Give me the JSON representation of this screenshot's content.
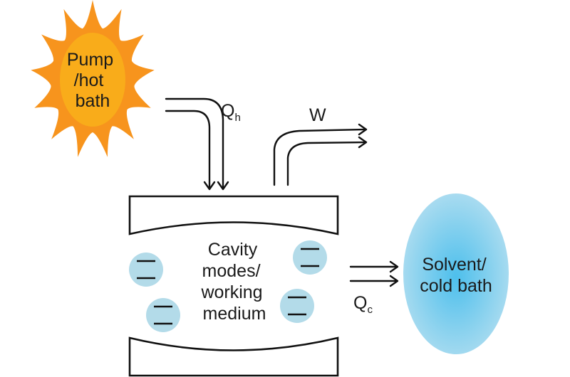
{
  "diagram": {
    "type": "quantum heat engine schematic",
    "hot_bath": {
      "label_lines": [
        "Pump",
        "/hot",
        "bath"
      ],
      "outer_color": "#F7941D",
      "inner_color": "#F9AC1A",
      "shape": "sun"
    },
    "cold_bath": {
      "label_lines": [
        "Solvent/",
        "cold bath"
      ],
      "center_color": "#4DBFEC",
      "edge_color": "#AEDDF0",
      "shape": "ellipse"
    },
    "cavity": {
      "label_lines": [
        "Cavity",
        "modes/",
        "working",
        "medium"
      ],
      "mirrors": [
        "top-mirror",
        "bottom-mirror"
      ],
      "molecule_color": "#B3DBE9",
      "molecule_count": 4
    },
    "flows": {
      "heat_in": {
        "symbol": "Q",
        "subscript": "h",
        "direction": "hot bath to cavity"
      },
      "work_out": {
        "symbol": "W",
        "subscript": "",
        "direction": "cavity to right"
      },
      "heat_out": {
        "symbol": "Q",
        "subscript": "c",
        "direction": "cavity to cold bath"
      }
    }
  }
}
